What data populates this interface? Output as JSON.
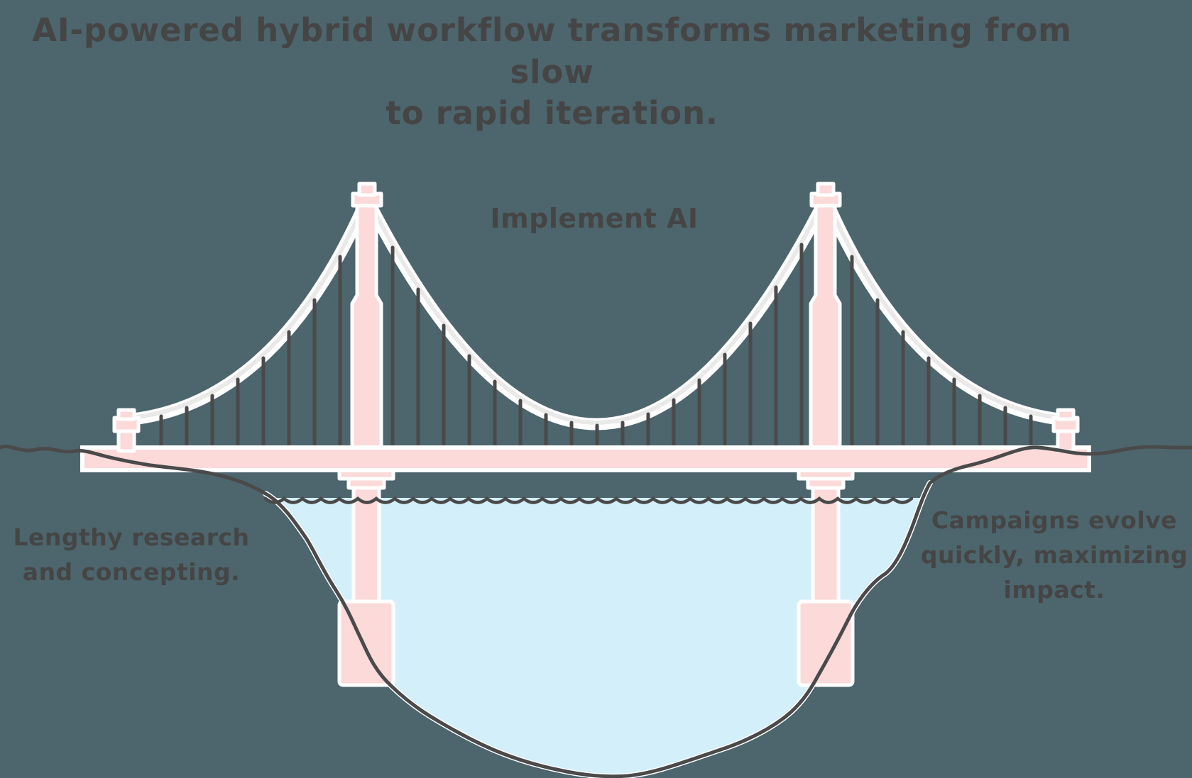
{
  "diagram": {
    "title_lines": [
      "AI-powered hybrid workflow transforms marketing from slow",
      "to rapid iteration."
    ],
    "center_label": "Implement AI",
    "left_caption": {
      "lines": [
        "Lengthy research",
        "and concepting."
      ]
    },
    "right_caption": {
      "lines": [
        "Campaigns evolve",
        "quickly, maximizing",
        "impact."
      ]
    },
    "colors": {
      "background": "#4d656d",
      "pink": "#fcdada",
      "water": "#d3eff9",
      "outline": "#4a4a4a",
      "cable_white": "#ffffff",
      "cable_gray": "#e9e9e9",
      "text": "#454545"
    }
  }
}
